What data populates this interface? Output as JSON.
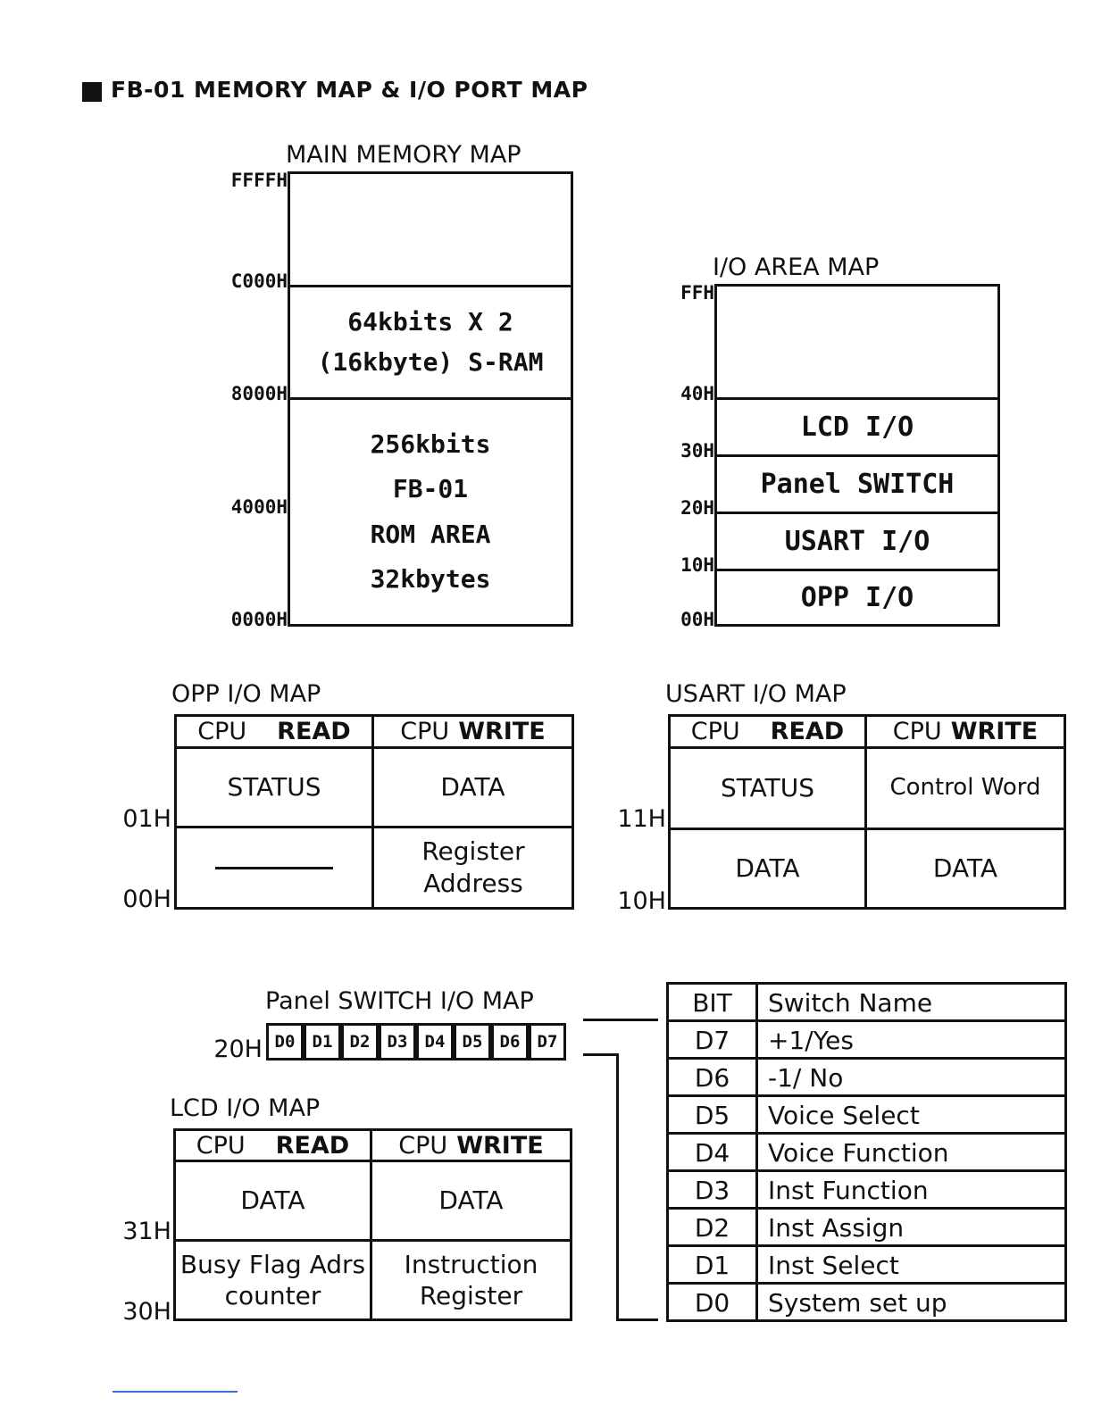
{
  "page_title": "FB-01 MEMORY MAP & I/O PORT MAP",
  "main_memory": {
    "title": "MAIN MEMORY MAP",
    "addresses": [
      "FFFFH",
      "C000H",
      "8000H",
      "4000H",
      "0000H"
    ],
    "sram": [
      "64kbits X 2",
      "(16kbyte) S-RAM"
    ],
    "rom": [
      "256kbits",
      "FB-01",
      "ROM AREA",
      "32kbytes"
    ]
  },
  "io_area": {
    "title": "I/O AREA MAP",
    "addresses": [
      "FFH",
      "40H",
      "30H",
      "20H",
      "10H",
      "00H"
    ],
    "blocks": [
      "LCD I/O",
      "Panel SWITCH",
      "USART I/O",
      "OPP I/O"
    ]
  },
  "opp": {
    "title": "OPP I/O MAP",
    "cpu": "CPU",
    "read": "READ",
    "write": "WRITE",
    "addresses": [
      "01H",
      "00H"
    ],
    "rows": [
      {
        "read": "STATUS",
        "write": "DATA"
      },
      {
        "read": "",
        "write": "Register Address"
      }
    ]
  },
  "usart": {
    "title": "USART I/O MAP",
    "cpu": "CPU",
    "read": "READ",
    "write": "WRITE",
    "addresses": [
      "11H",
      "10H"
    ],
    "rows": [
      {
        "read": "STATUS",
        "write": "Control Word"
      },
      {
        "read": "DATA",
        "write": "DATA"
      }
    ]
  },
  "panel": {
    "title": "Panel SWITCH I/O MAP",
    "address": "20H",
    "bits": [
      "D0",
      "D1",
      "D2",
      "D3",
      "D4",
      "D5",
      "D6",
      "D7"
    ]
  },
  "lcd": {
    "title": "LCD I/O MAP",
    "cpu": "CPU",
    "read": "READ",
    "write": "WRITE",
    "addresses": [
      "31H",
      "30H"
    ],
    "rows": [
      {
        "read": "DATA",
        "write": "DATA"
      },
      {
        "read": "Busy Flag Adrs counter",
        "write": "Instruction Register"
      }
    ]
  },
  "switch_table": {
    "headers": [
      "BIT",
      "Switch Name"
    ],
    "rows": [
      {
        "bit": "D7",
        "name": "+1/Yes"
      },
      {
        "bit": "D6",
        "name": "-1/ No"
      },
      {
        "bit": "D5",
        "name": "Voice Select"
      },
      {
        "bit": "D4",
        "name": "Voice Function"
      },
      {
        "bit": "D3",
        "name": "Inst Function"
      },
      {
        "bit": "D2",
        "name": "Inst Assign"
      },
      {
        "bit": "D1",
        "name": "Inst Select"
      },
      {
        "bit": "D0",
        "name": "System set up"
      }
    ]
  }
}
